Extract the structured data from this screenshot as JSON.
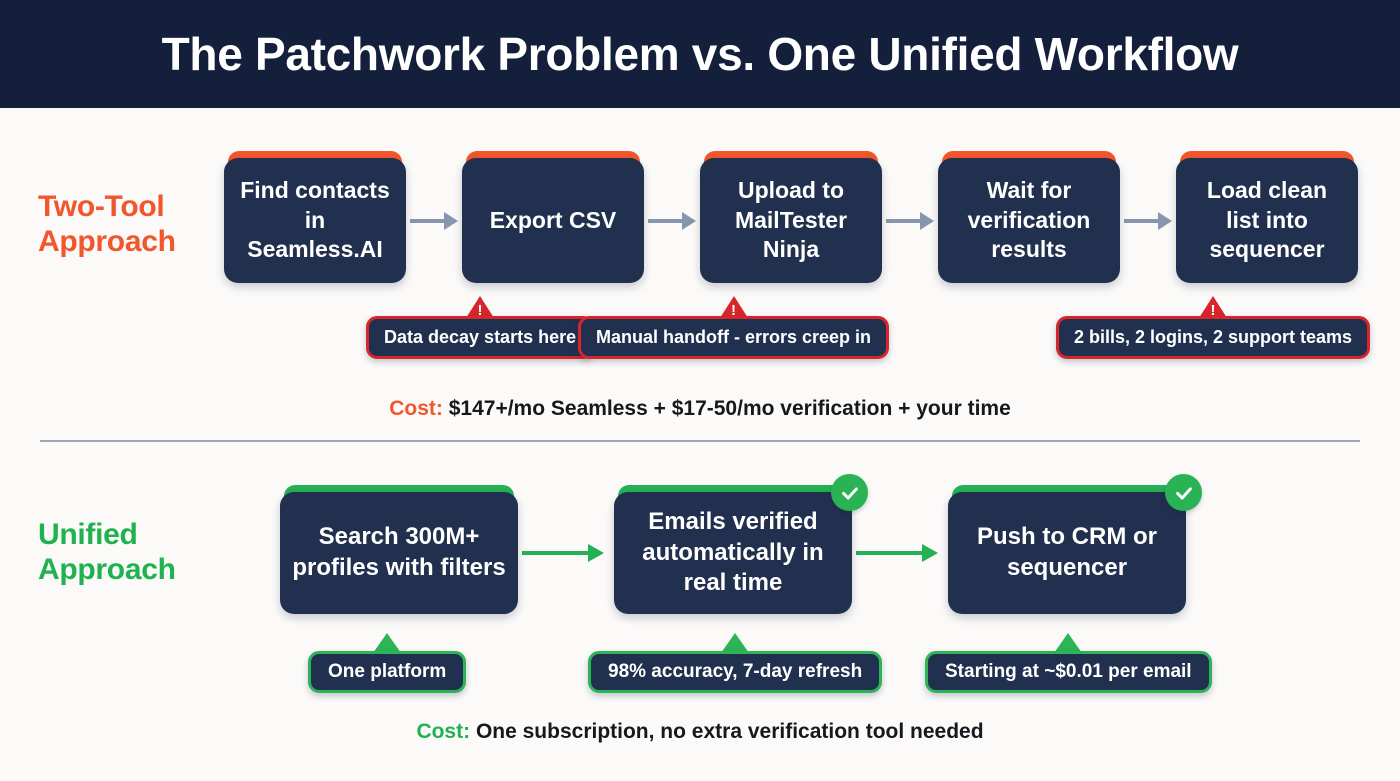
{
  "header": {
    "title": "The Patchwork Problem vs. One Unified Workflow"
  },
  "sections": {
    "two_tool": {
      "label_line1": "Two-Tool",
      "label_line2": "Approach",
      "accent_color": "#f1562c",
      "nodes": [
        {
          "text": "Find contacts in Seamless.AI"
        },
        {
          "text": "Export CSV"
        },
        {
          "text": "Upload to MailTester Ninja"
        },
        {
          "text": "Wait for verification results"
        },
        {
          "text": "Load clean list into sequencer"
        }
      ],
      "callouts": [
        {
          "text": "Data decay starts here",
          "icon": "warning-icon",
          "marker": "!"
        },
        {
          "text": "Manual handoff - errors creep in",
          "icon": "warning-icon",
          "marker": "!"
        },
        {
          "text": "2 bills, 2 logins, 2 support teams",
          "icon": "warning-icon",
          "marker": "!"
        }
      ],
      "cost_label": "Cost:",
      "cost_text": "$147+/mo Seamless + $17-50/mo verification + your time"
    },
    "unified": {
      "label_line1": "Unified",
      "label_line2": "Approach",
      "accent_color": "#20b24e",
      "nodes": [
        {
          "text": "Search 300M+ profiles with filters",
          "badge": null
        },
        {
          "text": "Emails verified automatically in real time",
          "badge": "check-icon"
        },
        {
          "text": "Push to CRM or sequencer",
          "badge": "check-icon"
        }
      ],
      "callouts": [
        {
          "text": "One platform",
          "icon": "up-arrow-icon"
        },
        {
          "text": "98% accuracy, 7-day refresh",
          "icon": "up-arrow-icon"
        },
        {
          "text": "Starting at ~$0.01 per email",
          "icon": "up-arrow-icon"
        }
      ],
      "cost_label": "Cost:",
      "cost_text": "One subscription, no extra verification tool needed"
    }
  },
  "colors": {
    "background": "#fbfaf9",
    "header_bg": "#141f3c",
    "node_bg": "#22304f",
    "orange": "#f4552a",
    "green": "#26b152",
    "warn_red": "#d6262b",
    "arrow_gray": "#8796ae",
    "divider": "#8b97ae"
  }
}
